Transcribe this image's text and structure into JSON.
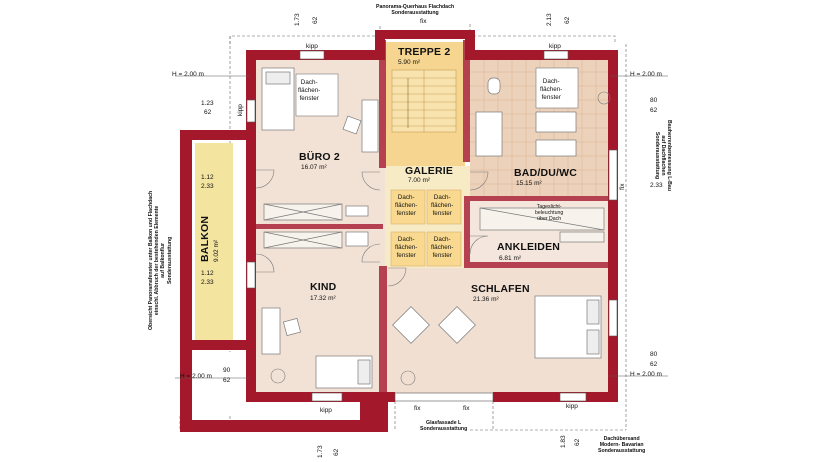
{
  "colors": {
    "wall": "#a3182a",
    "floor_light": "#f6ebe2",
    "floor_mid": "#ead2c3",
    "stair": "#f5d58f",
    "tile": "#e8c8a8",
    "balcony": "#f3e4a0"
  },
  "notes": {
    "top": "Panorama-Querhaus Flachdach\nSonderausstattung",
    "left": "Obersicht Panoramafenster unter Balkon und Flachdach\neinschl. Abbruch der bestehenden Elemente\nauf Balkonflur\nSonderausstattung",
    "right": "Bauherrenbemessung L-Bau\nauf Dachflachen\nSonderausstattung",
    "bottom_center": "Glasfassade L\nSonderausstattung",
    "bottom_right": "Dachübersand\nModern- Bavarian\nSonderausstattung",
    "daylight": "Tageslicht-\nbeleuchtung\nüber Dach"
  },
  "rooms": {
    "treppe": {
      "name": "TREPPE 2",
      "area": "5.90 m²"
    },
    "buero": {
      "name": "BÜRO 2",
      "area": "16.07 m²"
    },
    "galerie": {
      "name": "GALERIE",
      "area": "7.00 m²"
    },
    "bad": {
      "name": "BAD/DU/WC",
      "area": "15.15 m²"
    },
    "ankleiden": {
      "name": "ANKLEIDEN",
      "area": "6.81 m²"
    },
    "kind": {
      "name": "KIND",
      "area": "17.32 m²"
    },
    "schlafen": {
      "name": "SCHLAFEN",
      "area": "21.36 m²"
    },
    "balkon": {
      "name": "BALKON",
      "area": "9.02 m²"
    }
  },
  "window_label": "Dach-\nflächen-\nfenster",
  "labels": {
    "kipp": "kipp",
    "fix": "fix",
    "height": "H = 2.00 m"
  },
  "dimensions": {
    "top_left": [
      "1.73",
      "62"
    ],
    "top_right": [
      "2.13",
      "62"
    ],
    "left_upper": [
      "1.23",
      "62"
    ],
    "left_mid1": [
      "1.12",
      "2.33"
    ],
    "left_mid2": [
      "1.12",
      "2.33"
    ],
    "left_lower": [
      "90",
      "62"
    ],
    "right_upper": [
      "80",
      "62"
    ],
    "right_mid": [
      "2.33"
    ],
    "right_lower": [
      "80",
      "62"
    ],
    "bottom_left": [
      "1.73",
      "62"
    ],
    "bottom_right": [
      "1.83",
      "62"
    ]
  }
}
